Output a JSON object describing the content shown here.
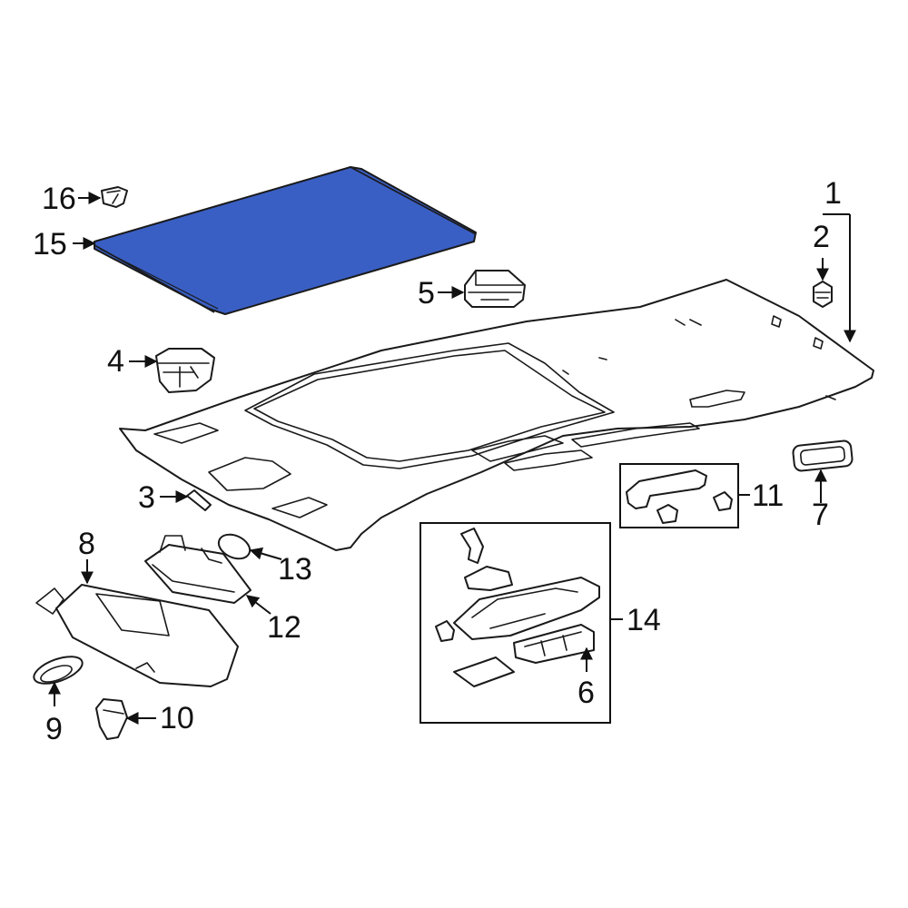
{
  "diagram": {
    "colors": {
      "highlight": "#3a5fc4",
      "line": "#1a1a1a",
      "background": "#ffffff"
    },
    "callouts": [
      {
        "id": "1",
        "label": "1"
      },
      {
        "id": "2",
        "label": "2"
      },
      {
        "id": "3",
        "label": "3"
      },
      {
        "id": "4",
        "label": "4"
      },
      {
        "id": "5",
        "label": "5"
      },
      {
        "id": "6",
        "label": "6"
      },
      {
        "id": "7",
        "label": "7"
      },
      {
        "id": "8",
        "label": "8"
      },
      {
        "id": "9",
        "label": "9"
      },
      {
        "id": "10",
        "label": "10"
      },
      {
        "id": "11",
        "label": "11"
      },
      {
        "id": "12",
        "label": "12"
      },
      {
        "id": "13",
        "label": "13"
      },
      {
        "id": "14",
        "label": "14"
      },
      {
        "id": "15",
        "label": "15"
      },
      {
        "id": "16",
        "label": "16"
      }
    ]
  }
}
